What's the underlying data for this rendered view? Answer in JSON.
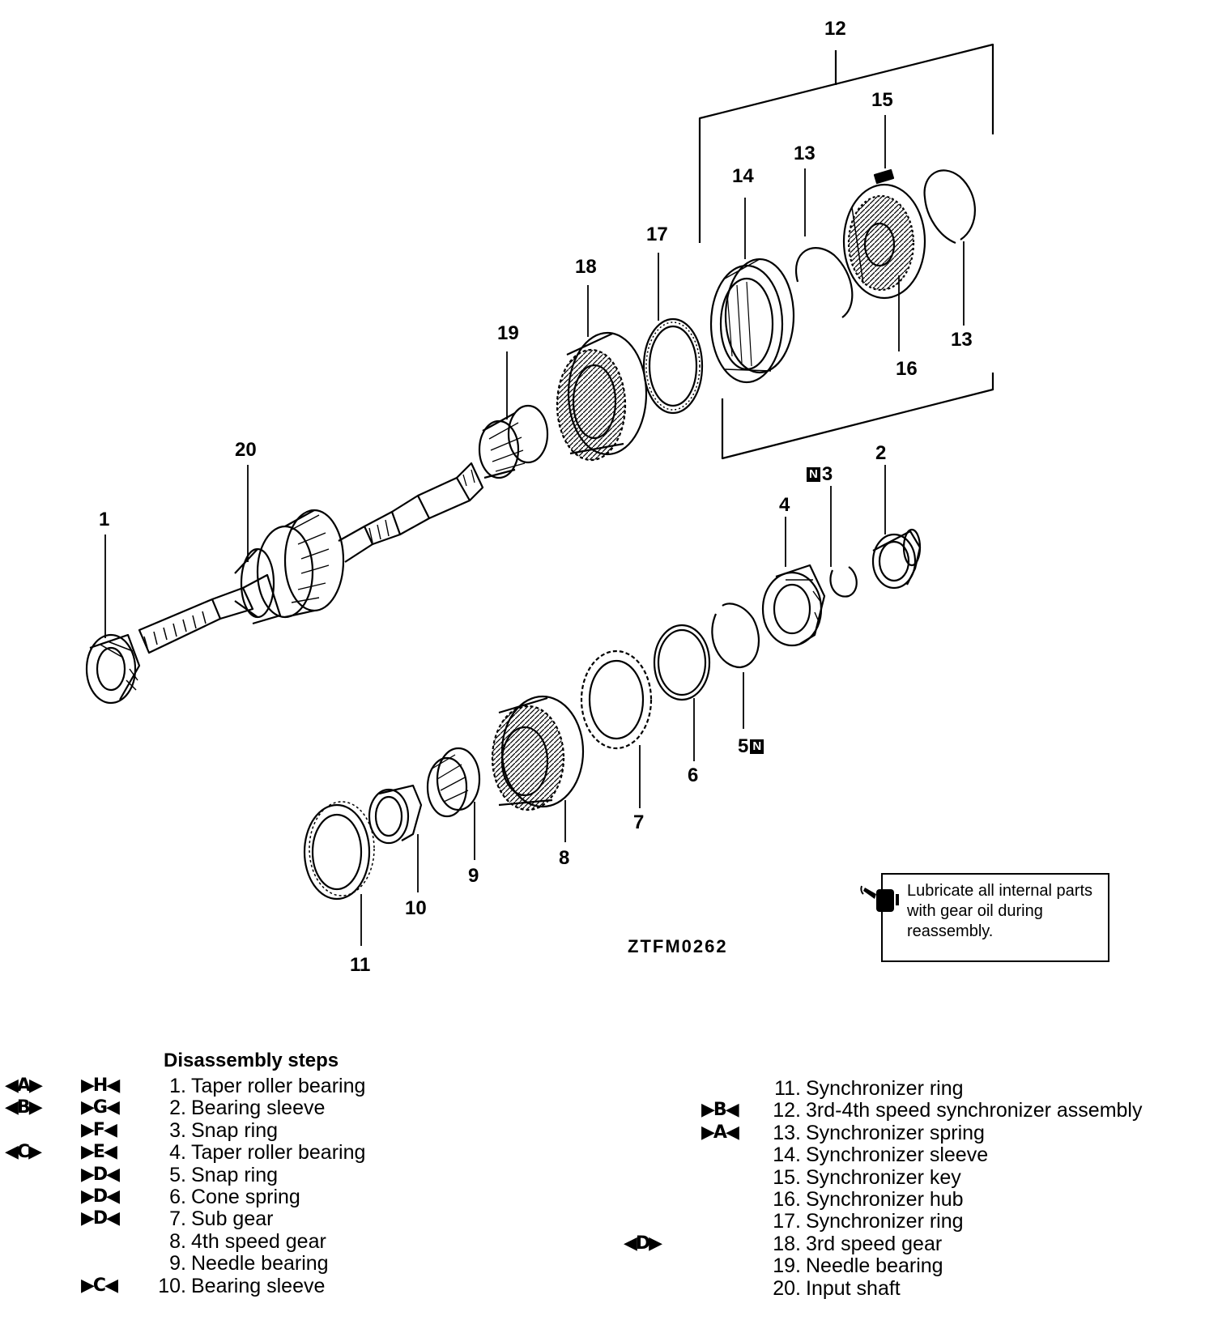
{
  "callouts": [
    "1",
    "2",
    "3",
    "4",
    "5",
    "6",
    "7",
    "8",
    "9",
    "10",
    "11",
    "12",
    "13",
    "13",
    "14",
    "15",
    "16",
    "17",
    "18",
    "19",
    "20"
  ],
  "new_part_badge": "N",
  "figure_code": "ZTFM0262",
  "lubricate_note": "Lubricate all internal parts with gear oil during reassembly.",
  "steps_title": "Disassembly steps",
  "steps": [
    {
      "num": "1.",
      "label": "Taper roller bearing",
      "marks": [
        "◀A▶",
        "▶H◀"
      ]
    },
    {
      "num": "2.",
      "label": "Bearing sleeve",
      "marks": [
        "◀B▶",
        "▶G◀"
      ]
    },
    {
      "num": "3.",
      "label": "Snap ring",
      "marks": [
        "",
        "▶F◀"
      ]
    },
    {
      "num": "4.",
      "label": "Taper roller bearing",
      "marks": [
        "◀C▶",
        "▶E◀"
      ]
    },
    {
      "num": "5.",
      "label": "Snap ring",
      "marks": [
        "",
        "▶D◀"
      ]
    },
    {
      "num": "6.",
      "label": "Cone spring",
      "marks": [
        "",
        "▶D◀"
      ]
    },
    {
      "num": "7.",
      "label": "Sub gear",
      "marks": [
        "",
        "▶D◀"
      ]
    },
    {
      "num": "8.",
      "label": "4th speed gear",
      "marks": [
        "",
        ""
      ]
    },
    {
      "num": "9.",
      "label": "Needle bearing",
      "marks": [
        "",
        ""
      ]
    },
    {
      "num": "10.",
      "label": "Bearing sleeve",
      "marks": [
        "",
        "▶C◀"
      ]
    },
    {
      "num": "11.",
      "label": "Synchronizer ring",
      "marks": [
        "",
        ""
      ]
    },
    {
      "num": "12.",
      "label": "3rd-4th speed synchronizer assembly",
      "marks": [
        "",
        "▶B◀"
      ]
    },
    {
      "num": "13.",
      "label": "Synchronizer spring",
      "marks": [
        "",
        "▶A◀"
      ]
    },
    {
      "num": "14.",
      "label": "Synchronizer sleeve",
      "marks": [
        "",
        ""
      ]
    },
    {
      "num": "15.",
      "label": "Synchronizer key",
      "marks": [
        "",
        ""
      ]
    },
    {
      "num": "16.",
      "label": "Synchronizer hub",
      "marks": [
        "",
        ""
      ]
    },
    {
      "num": "17.",
      "label": "Synchronizer ring",
      "marks": [
        "",
        ""
      ]
    },
    {
      "num": "18.",
      "label": "3rd speed gear",
      "marks": [
        "◀D▶",
        ""
      ]
    },
    {
      "num": "19.",
      "label": "Needle bearing",
      "marks": [
        "",
        ""
      ]
    },
    {
      "num": "20.",
      "label": "Input shaft",
      "marks": [
        "",
        ""
      ]
    }
  ]
}
